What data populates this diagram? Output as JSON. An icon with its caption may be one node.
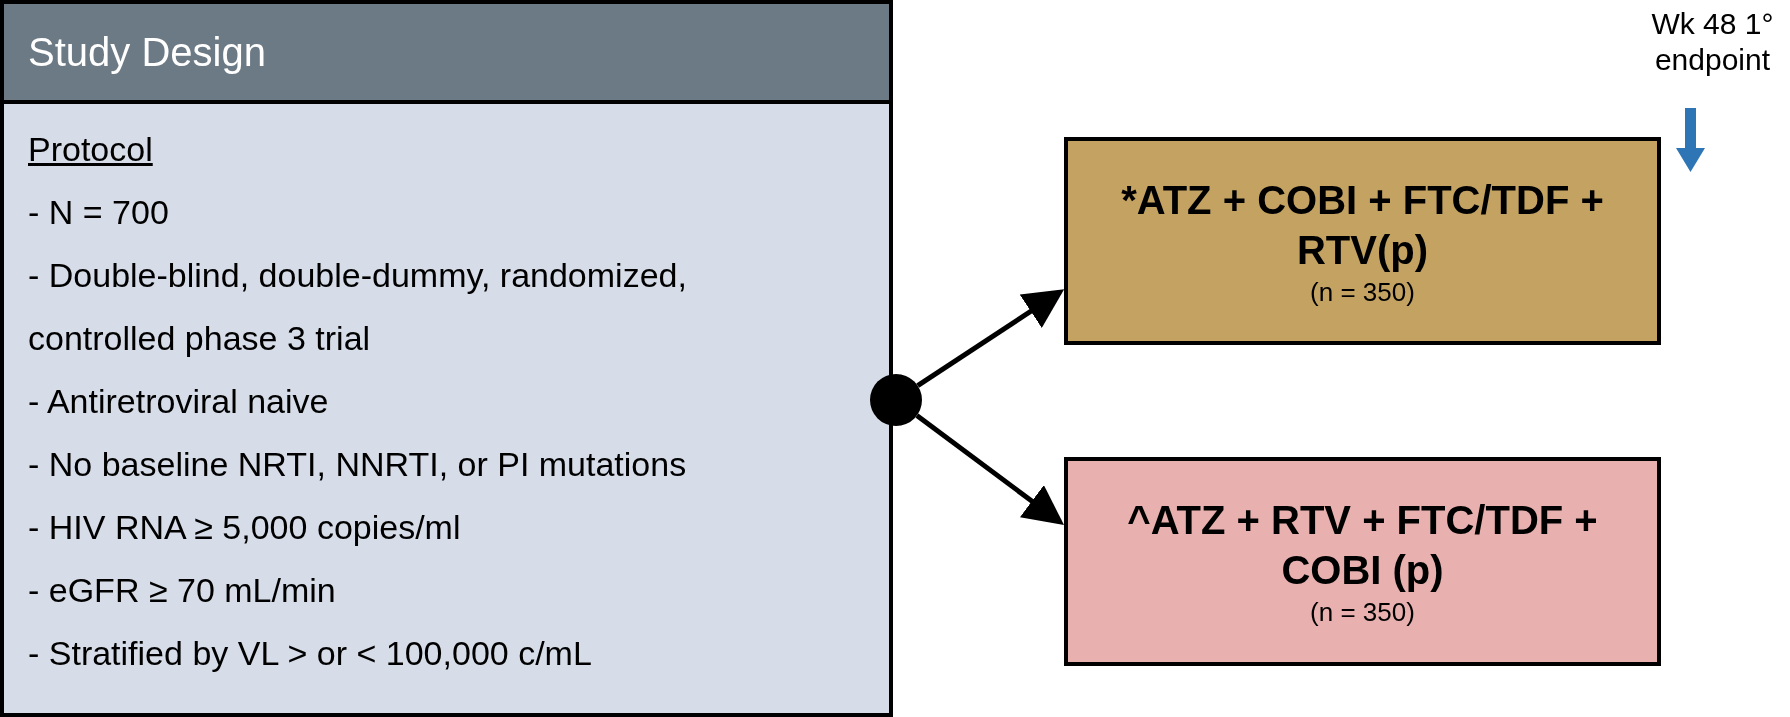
{
  "diagram": {
    "nodes": [
      {
        "text": [
          "Study Design",
          "Protocol",
          "- N = 700",
          "- Double-blind, double-dummy, randomized, controlled phase 3 trial",
          "- Antiretroviral naive",
          "- No baseline NRTI, NNRTI, or PI mutations",
          "- HIV RNA ≥ 5,000 copies/ml",
          "- eGFR ≥ 70 mL/min",
          "- Stratified by VL > or < 100,000 c/mL"
        ]
      },
      {
        "text": [],
        "shape": "circle"
      },
      {
        "text": [
          "*ATZ + COBI + FTC/TDF + RTV(p)",
          "(n = 350)"
        ]
      },
      {
        "text": [
          "^ATZ + RTV + FTC/TDF + COBI (p)",
          "(n = 350)"
        ]
      }
    ],
    "edges": [
      {
        "from": 1,
        "to": 2,
        "arrow": "to"
      },
      {
        "from": 1,
        "to": 3,
        "arrow": "to"
      }
    ],
    "labels": [
      "Wk 48 1° endpoint"
    ]
  }
}
